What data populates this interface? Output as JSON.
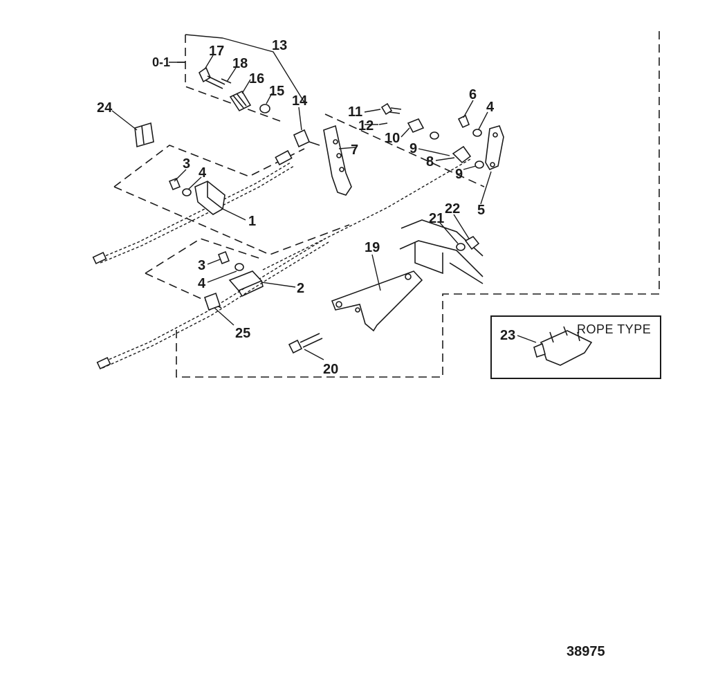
{
  "callouts": {
    "c1": "1",
    "c2": "2",
    "c3a": "3",
    "c3b": "3",
    "c4a": "4",
    "c4b": "4",
    "c4c": "4",
    "c5": "5",
    "c6": "6",
    "c7": "7",
    "c8": "8",
    "c9a": "9",
    "c9b": "9",
    "c10": "10",
    "c11": "11",
    "c12": "12",
    "c13": "13",
    "c14": "14",
    "c15": "15",
    "c16": "16",
    "c17": "17",
    "c18": "18",
    "c19": "19",
    "c20": "20",
    "c21": "21",
    "c22": "22",
    "c23": "23",
    "c24": "24",
    "c25": "25",
    "c01": "0-1"
  },
  "inset": {
    "label": "ROPE TYPE"
  },
  "figure_number": "38975"
}
